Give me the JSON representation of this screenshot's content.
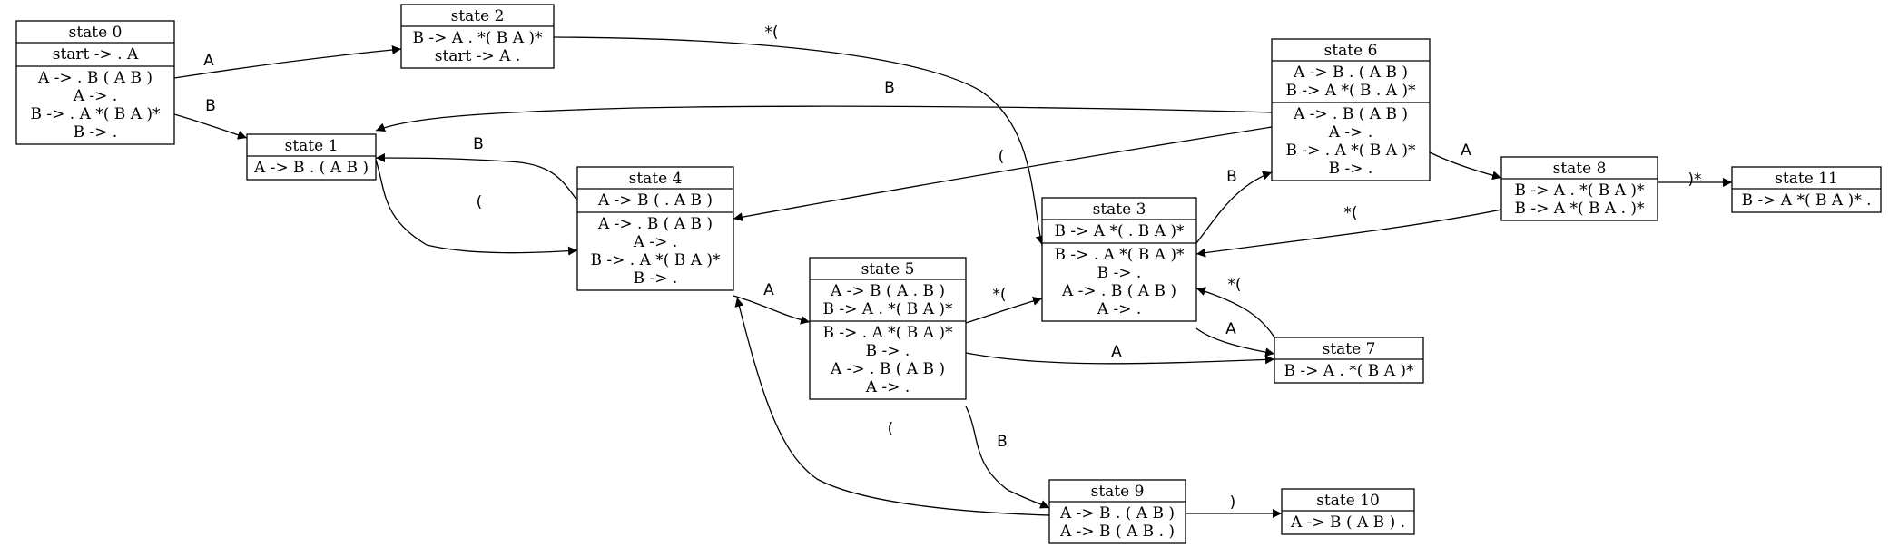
{
  "colors": {
    "line": "#000000",
    "fill": "#ffffff",
    "text": "#000000"
  },
  "states": [
    {
      "id": "s0",
      "title": "state 0",
      "kernel": [
        "start -> . A"
      ],
      "closure": [
        "A -> . B ( A B )",
        "A -> .",
        "B -> . A *( B A )*",
        "B -> ."
      ]
    },
    {
      "id": "s1",
      "title": "state 1",
      "kernel": [
        "A -> B . ( A B )"
      ],
      "closure": []
    },
    {
      "id": "s2",
      "title": "state 2",
      "kernel": [
        "B -> A . *( B A )*",
        "start -> A ."
      ],
      "closure": []
    },
    {
      "id": "s3",
      "title": "state 3",
      "kernel": [
        "B -> A *( . B A )*"
      ],
      "closure": [
        "B -> . A *( B A )*",
        "B -> .",
        "A -> . B ( A B )",
        "A -> ."
      ]
    },
    {
      "id": "s4",
      "title": "state 4",
      "kernel": [
        "A -> B ( . A B )"
      ],
      "closure": [
        "A -> . B ( A B )",
        "A -> .",
        "B -> . A *( B A )*",
        "B -> ."
      ]
    },
    {
      "id": "s5",
      "title": "state 5",
      "kernel": [
        "A -> B ( A . B )",
        "B -> A . *( B A )*"
      ],
      "closure": [
        "B -> . A *( B A )*",
        "B -> .",
        "A -> . B ( A B )",
        "A -> ."
      ]
    },
    {
      "id": "s6",
      "title": "state 6",
      "kernel": [
        "A -> B . ( A B )",
        "B -> A *( B . A )*"
      ],
      "closure": [
        "A -> . B ( A B )",
        "A -> .",
        "B -> . A *( B A )*",
        "B -> ."
      ]
    },
    {
      "id": "s7",
      "title": "state 7",
      "kernel": [
        "B -> A . *( B A )*"
      ],
      "closure": []
    },
    {
      "id": "s8",
      "title": "state 8",
      "kernel": [
        "B -> A . *( B A )*",
        "B -> A *( B A . )*"
      ],
      "closure": []
    },
    {
      "id": "s9",
      "title": "state 9",
      "kernel": [
        "A -> B . ( A B )",
        "A -> B ( A B . )"
      ],
      "closure": []
    },
    {
      "id": "s10",
      "title": "state 10",
      "kernel": [
        "A -> B ( A B ) ."
      ],
      "closure": []
    },
    {
      "id": "s11",
      "title": "state 11",
      "kernel": [
        "B -> A *( B A )* ."
      ],
      "closure": []
    }
  ],
  "transitions": [
    {
      "from": "state 0",
      "to": "state 2",
      "label": "A"
    },
    {
      "from": "state 0",
      "to": "state 1",
      "label": "B"
    },
    {
      "from": "state 1",
      "to": "state 4",
      "label": "("
    },
    {
      "from": "state 2",
      "to": "state 3",
      "label": "*("
    },
    {
      "from": "state 3",
      "to": "state 6",
      "label": "B"
    },
    {
      "from": "state 3",
      "to": "state 7",
      "label": "A"
    },
    {
      "from": "state 4",
      "to": "state 1",
      "label": "B"
    },
    {
      "from": "state 4",
      "to": "state 5",
      "label": "A"
    },
    {
      "from": "state 5",
      "to": "state 3",
      "label": "*("
    },
    {
      "from": "state 5",
      "to": "state 7",
      "label": "A"
    },
    {
      "from": "state 5",
      "to": "state 9",
      "label": "B"
    },
    {
      "from": "state 6",
      "to": "state 1",
      "label": "B"
    },
    {
      "from": "state 6",
      "to": "state 4",
      "label": "("
    },
    {
      "from": "state 6",
      "to": "state 8",
      "label": "A"
    },
    {
      "from": "state 7",
      "to": "state 3",
      "label": "*("
    },
    {
      "from": "state 8",
      "to": "state 11",
      "label": ")*"
    },
    {
      "from": "state 8",
      "to": "state 3",
      "label": "*("
    },
    {
      "from": "state 9",
      "to": "state 10",
      "label": ")"
    },
    {
      "from": "state 9",
      "to": "state 4",
      "label": "("
    }
  ]
}
